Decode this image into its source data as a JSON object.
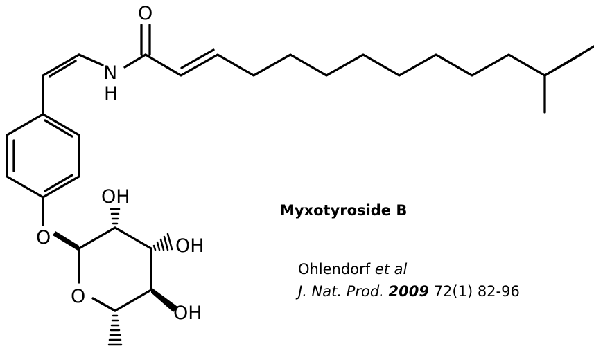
{
  "structure": {
    "atom_labels": {
      "carbonyl_oxygen": "O",
      "amide_nitrogen": "N",
      "amide_hydrogen": "H",
      "glycosidic_oxygen": "O",
      "ring_oxygen": "O",
      "hydroxyl_1": "OH",
      "hydroxyl_2": "OH",
      "hydroxyl_3": "OH"
    }
  },
  "caption": {
    "compound_name": "Myxotyroside B",
    "authors_main": "Ohlendorf ",
    "authors_etal": "et al",
    "journal": "J. Nat. Prod.",
    "year": "2009",
    "volume_pages": " 72(1) 82-96"
  }
}
